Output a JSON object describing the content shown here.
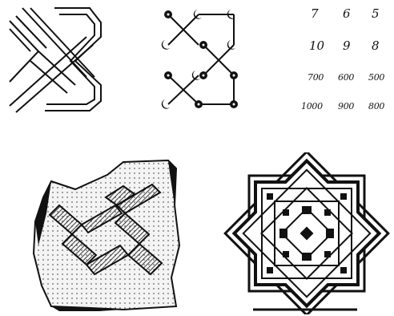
{
  "numbers": {
    "row1": [
      "7",
      "6",
      "5"
    ],
    "row2": [
      "10",
      "9",
      "8"
    ],
    "row3": [
      "700",
      "600",
      "500"
    ],
    "row4": [
      "1000",
      "900",
      "800"
    ]
  },
  "colors": {
    "ink": "#111111",
    "paper": "#ffffff",
    "stone": "#f2f2f2"
  },
  "figures": [
    "interlaced-knot-drawing",
    "sun-and-moon-symbol-grid",
    "numeral-grid",
    "carved-stone-fragment",
    "eight-pointed-star-ornament"
  ]
}
